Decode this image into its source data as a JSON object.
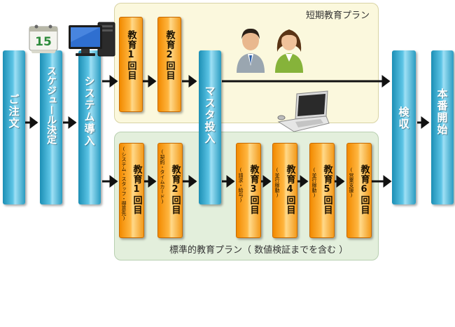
{
  "panels": {
    "short_title": "短期教育プラン",
    "standard_title": "標準的教育プラン（ 数値検証までを含む ）"
  },
  "calendar_day": "15",
  "steps": {
    "order": "ご注文",
    "schedule": "スケジュール決定",
    "system_install": "システム導入",
    "master_input": "マスタ投入",
    "acceptance": "検収",
    "production": "本番開始"
  },
  "short_plan": [
    {
      "label": "教育1回目"
    },
    {
      "label": "教育2回目"
    }
  ],
  "standard_plan": [
    {
      "label": "教育1回目",
      "sub": "(システム・スタッフ・得意先)"
    },
    {
      "label": "教育2回目",
      "sub": "(契約・タイムカード)"
    },
    {
      "label": "教育3回目",
      "sub": "(請求・給与)"
    },
    {
      "label": "教育4回目",
      "sub": "(並行稼動)"
    },
    {
      "label": "教育5回目",
      "sub": "(並行稼動)"
    },
    {
      "label": "教育6回目",
      "sub": "(営業支援)"
    }
  ],
  "icons": [
    "calendar-icon",
    "desktop-computer-icon",
    "businessman-icon",
    "businesswoman-icon",
    "laptop-icon"
  ],
  "colors": {
    "step_blue": "#2a9cc1",
    "edu_orange": "#f28a00",
    "short_panel": "#fbf8dd",
    "standard_panel": "#e3efdc"
  }
}
